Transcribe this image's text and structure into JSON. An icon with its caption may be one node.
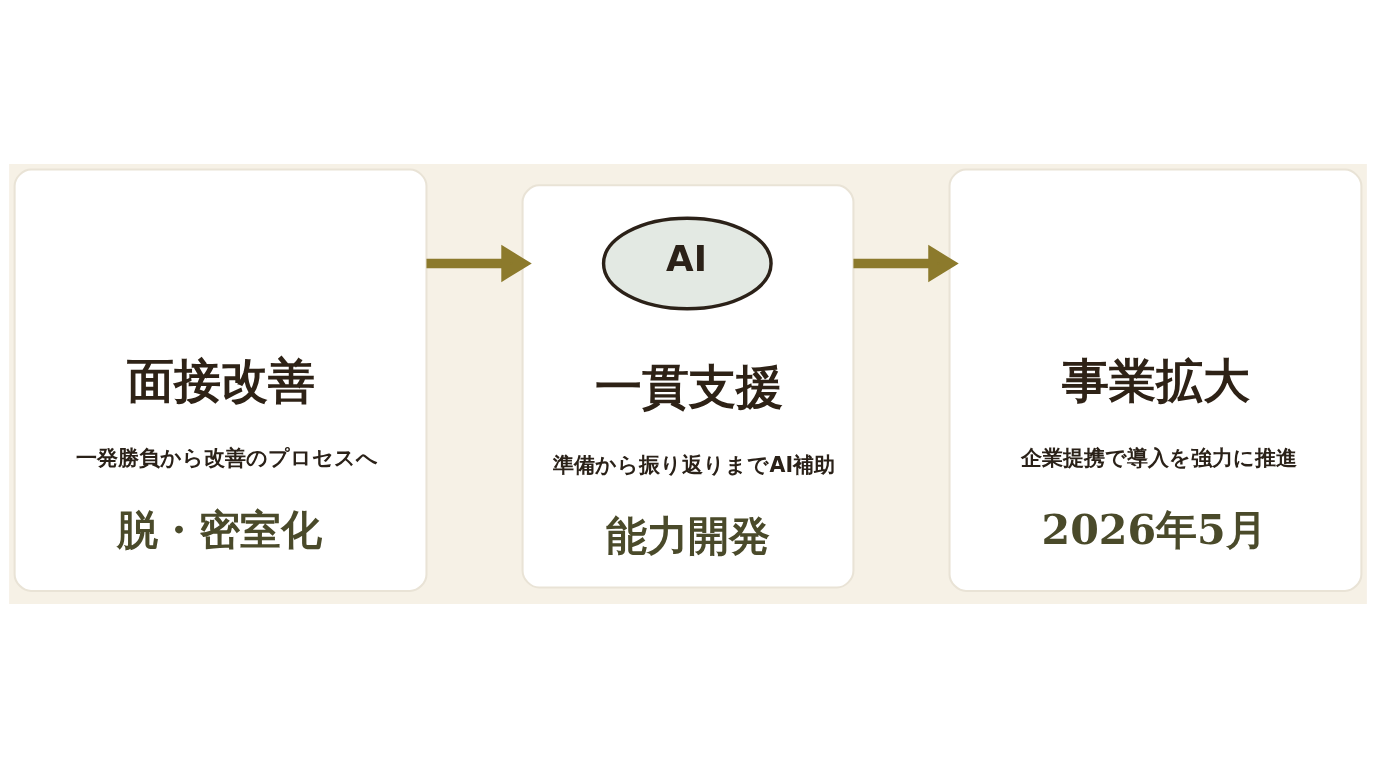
{
  "diagram": {
    "nodes": [
      {
        "text": [
          "面接改善",
          "一発勝負から改善のプロセスへ",
          "脱・密室化"
        ]
      },
      {
        "text": [
          "一貫支援",
          "準備から振り返りまでAI補助",
          "能力開発"
        ]
      },
      {
        "text": [
          "AI"
        ],
        "in": 1
      },
      {
        "text": [
          "事業拡大",
          "企業提携で導入を強力に推進",
          "2026年5月"
        ]
      }
    ],
    "edges": [
      {
        "from": 0,
        "to": 1,
        "arrow": "to"
      },
      {
        "from": 1,
        "to": 3,
        "arrow": "to"
      }
    ]
  }
}
